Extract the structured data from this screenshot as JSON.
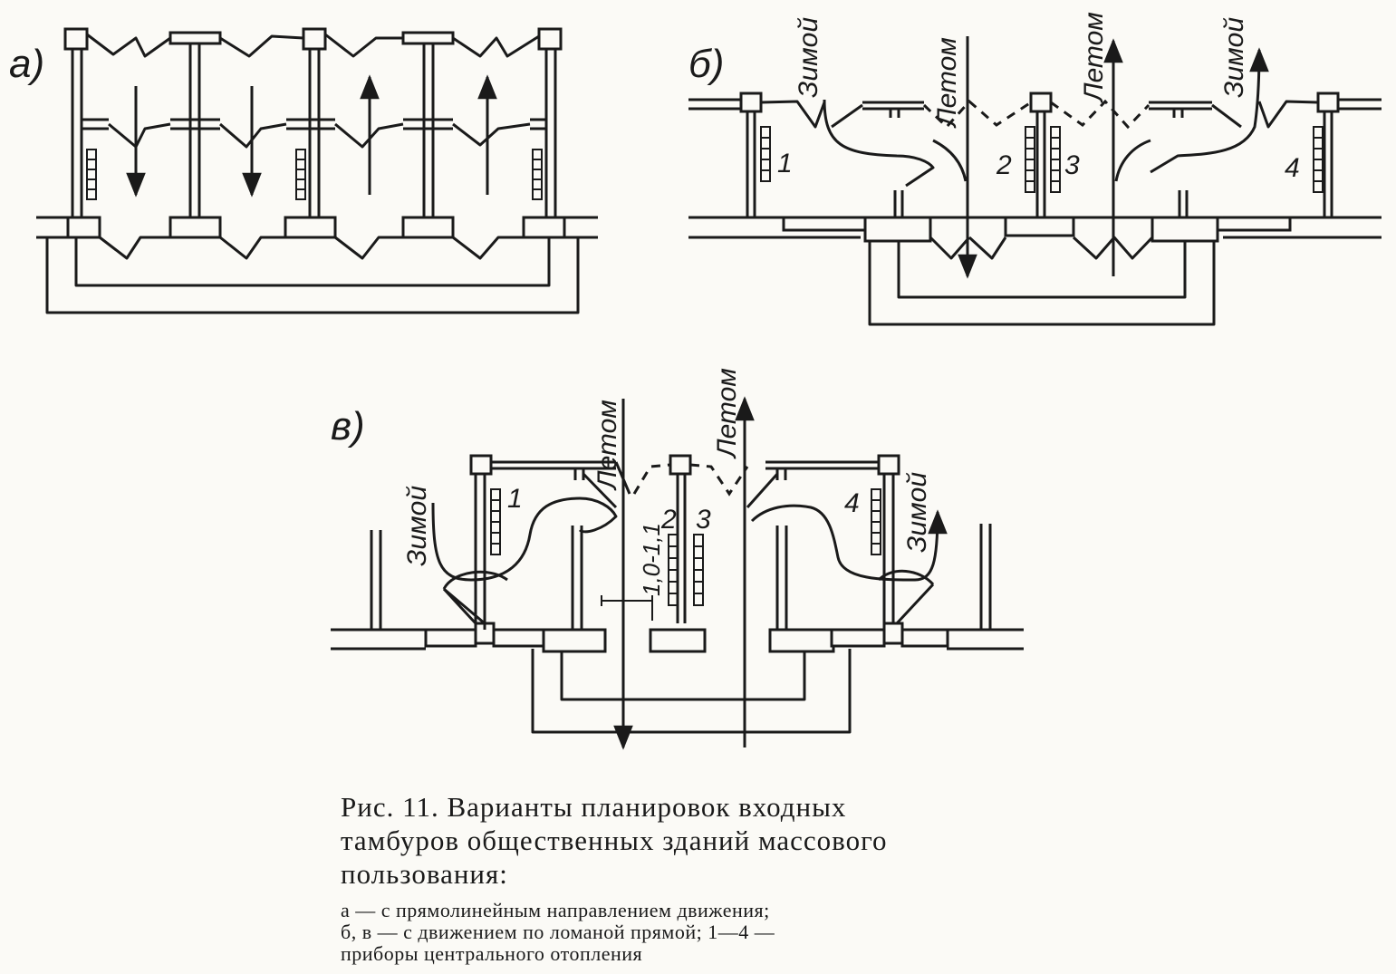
{
  "panels": {
    "a": {
      "letter": "а)"
    },
    "b": {
      "letter": "б)",
      "winter_left": "Зимой",
      "summer_left": "Летом",
      "summer_right": "Летом",
      "winter_right": "Зимой",
      "n1": "1",
      "n2": "2",
      "n3": "3",
      "n4": "4"
    },
    "c": {
      "letter": "в)",
      "summer_left": "Летом",
      "summer_right": "Летом",
      "winter_left": "Зимой",
      "winter_right": "Зимой",
      "n1": "1",
      "n2": "2",
      "n3": "3",
      "n4": "4",
      "dimension": "1,0-1,1"
    }
  },
  "caption": {
    "title": "Рис. 11. Варианты планировок входных тамбуров общественных зданий массового пользования:",
    "line1": "а — с прямолинейным направлением движения;",
    "line2": "б, в — с движением по ломаной прямой; 1—4 —",
    "line3": "приборы центрального отопления"
  }
}
